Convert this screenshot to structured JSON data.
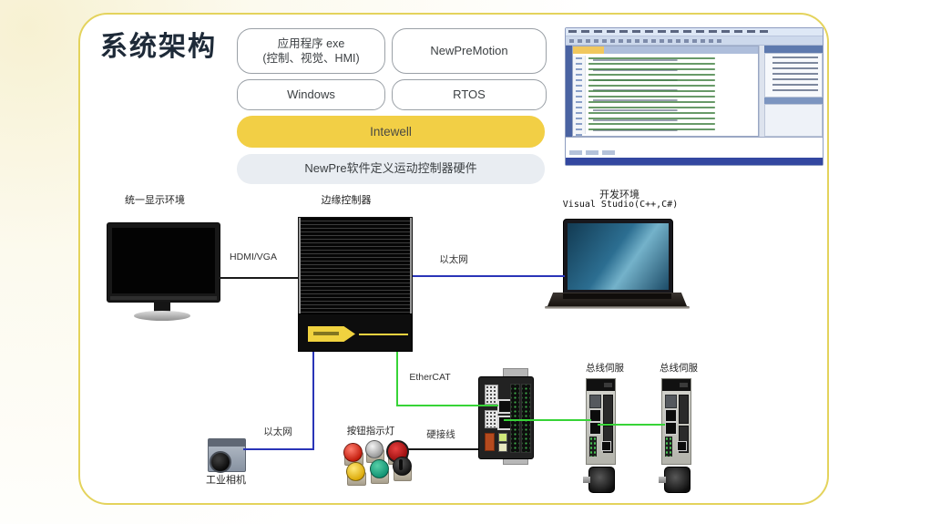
{
  "title": "系统架构",
  "stack": {
    "app_line1": "应用程序 exe",
    "app_line2": "(控制、视觉、HMI)",
    "newpremotion": "NewPreMotion",
    "windows": "Windows",
    "rtos": "RTOS",
    "intewell": "Intewell",
    "hardware": "NewPre软件定义运动控制器硬件"
  },
  "labels": {
    "display_env": "统一显示环境",
    "edge_controller": "边缘控制器",
    "dev_env": "开发环境",
    "dev_env_tool": "Visual Studio(C++,C#)",
    "camera": "工业相机",
    "buttons": "按钮指示灯",
    "servo1": "总线伺服",
    "servo2": "总线伺服"
  },
  "connections": {
    "hdmi": "HDMI/VGA",
    "ethernet_laptop": "以太网",
    "ethernet_camera": "以太网",
    "ethercat": "EtherCAT",
    "hardwire": "硬接线"
  },
  "colors": {
    "accent_yellow": "#f2cf45",
    "card_border": "#e4d35c",
    "line_green": "#37d437",
    "line_blue": "#2a35b8",
    "line_black": "#1a1a1a"
  }
}
